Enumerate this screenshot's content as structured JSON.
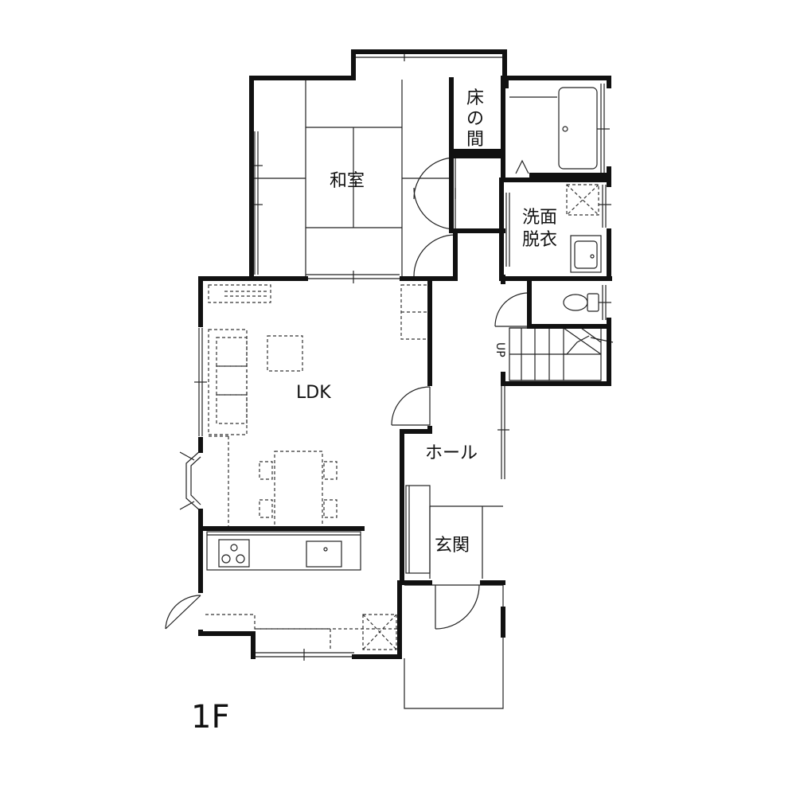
{
  "floor_label": "1F",
  "rooms": {
    "washitsu": "和室",
    "tokonoma_line1": "床",
    "tokonoma_line2": "の",
    "tokonoma_line3": "間",
    "senmen_line1": "洗面",
    "senmen_line2": "脱衣",
    "ldk": "LDK",
    "hall": "ホール",
    "genkan": "玄関"
  },
  "stair_label": "UP"
}
